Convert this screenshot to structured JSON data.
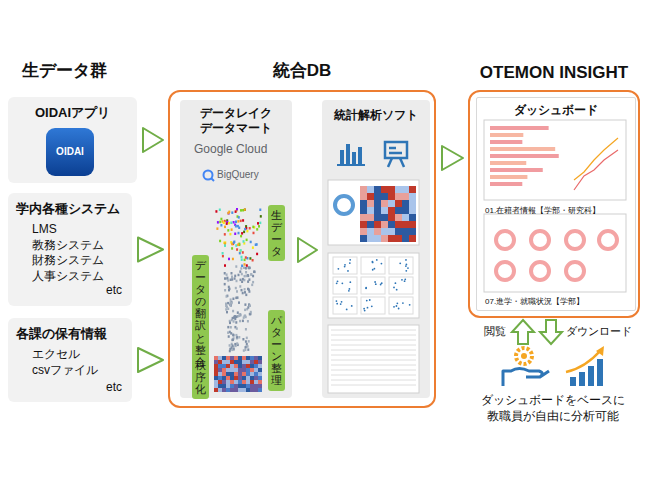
{
  "diagram": {
    "nodes": [
      {
        "text": [
          "OIDAIアプリ"
        ]
      },
      {
        "text": [
          "学内各種システム",
          "LMS 教務システム 財務システム 人事システム",
          "etc"
        ]
      },
      {
        "text": [
          "各課の保有情報",
          "エクセル csvファイル",
          "etc"
        ]
      },
      {
        "text": [
          "統合DB"
        ]
      },
      {
        "text": [
          "データレイク データマート"
        ],
        "in": 3
      },
      {
        "text": [
          "生データ"
        ],
        "in": 4
      },
      {
        "text": [
          "データの翻訳と整合"
        ],
        "in": 4
      },
      {
        "text": [
          "パターン整理"
        ],
        "in": 4
      },
      {
        "text": [
          "秩序化"
        ],
        "in": 4
      },
      {
        "text": [
          "統計解析ソフト"
        ],
        "in": 3
      },
      {
        "text": [
          "OTEMON INSIGHT"
        ]
      },
      {
        "text": [
          "ダッシュボード",
          "01.在籍者情報【学部・研究科】",
          "07.進学・就職状況【学部】"
        ],
        "in": 10
      }
    ],
    "edges": [
      {
        "from": 0,
        "to": 3,
        "arrow": "to"
      },
      {
        "from": 1,
        "to": 3,
        "arrow": "to"
      },
      {
        "from": 2,
        "to": 3,
        "arrow": "to"
      },
      {
        "from": 4,
        "to": 9,
        "arrow": "to"
      },
      {
        "from": 3,
        "to": 10,
        "arrow": "to"
      }
    ],
    "labels": [
      "生データ群",
      "OIDAI",
      "Google Cloud",
      "BigQuery",
      "閲覧",
      "ダウンロード",
      "ダッシュボードをベースに 教職員が自由に分析可能"
    ]
  }
}
